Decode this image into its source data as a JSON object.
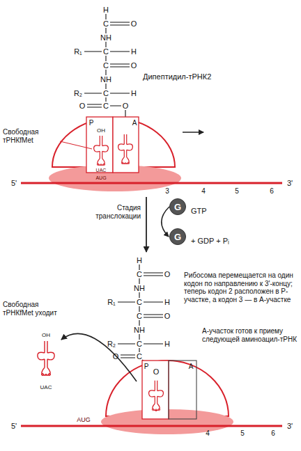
{
  "diagram": {
    "nodes": [
      {
        "text": [
          "G"
        ]
      },
      {
        "text": [
          "G"
        ]
      }
    ],
    "edges": [
      {
        "from": 0,
        "to": 1,
        "arrow": "to"
      }
    ],
    "labels": [
      "H",
      "C",
      "O",
      "NH",
      "R₁",
      "C",
      "H",
      "C",
      "O",
      "NH",
      "R₂",
      "C",
      "H",
      "O",
      "C",
      "O",
      "Дипептидил-тРНК2",
      "Свободная тРНКfMet",
      "P",
      "A",
      "OH",
      "UAC",
      "AUG",
      "5'",
      "3",
      "4",
      "5",
      "6",
      "3'",
      "Стадия транслокации",
      "GTP",
      "+ GDP + Pᵢ",
      "H",
      "C",
      "O",
      "NH",
      "R₁",
      "C",
      "H",
      "C",
      "O",
      "NH",
      "R₂",
      "C",
      "H",
      "O",
      "C",
      "O",
      "Свободная тРНКfMet уходит",
      "OH",
      "UAC",
      "Рибосома перемещается на один кодон по направлению к 3'-концу; теперь кодон 2 расположен в P-участке, а кодон 3 — в A-участке",
      "А-участок готов к приему следующей аминоацил-тРНК",
      "P",
      "A",
      "5'",
      "AUG",
      "4",
      "5",
      "6",
      "3'"
    ]
  }
}
